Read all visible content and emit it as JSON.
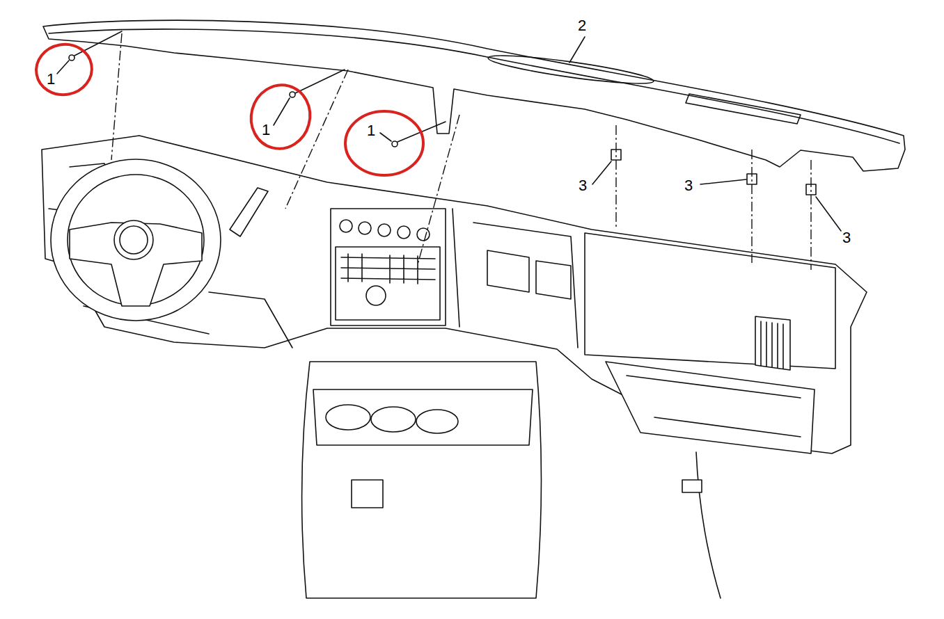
{
  "diagram": {
    "labels": [
      "1",
      "1",
      "1",
      "2",
      "3",
      "3",
      "3"
    ]
  }
}
